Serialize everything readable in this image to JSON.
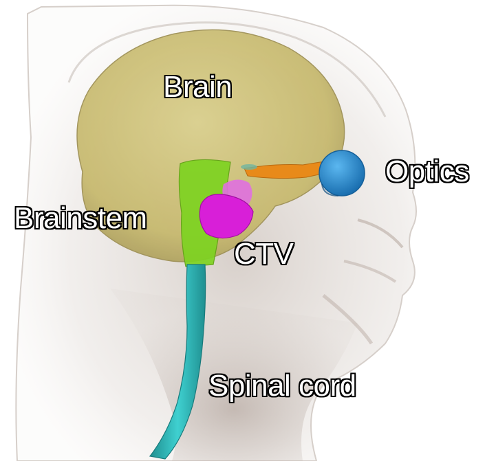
{
  "labels": {
    "brain": "Brain",
    "optics": "Optics",
    "brainstem": "Brainstem",
    "ctv": "CTV",
    "spinal_cord": "Spinal cord"
  },
  "colors": {
    "brain": "#c8bb6e",
    "optics_eye": "#2a8fd6",
    "optic_nerve": "#e88a1a",
    "brainstem": "#7ed321",
    "ctv": "#d81fd8",
    "ctv_light": "#e070e0",
    "spinal_cord": "#2bb3b3",
    "label_text": "#ffffff",
    "label_outline": "#000000"
  }
}
